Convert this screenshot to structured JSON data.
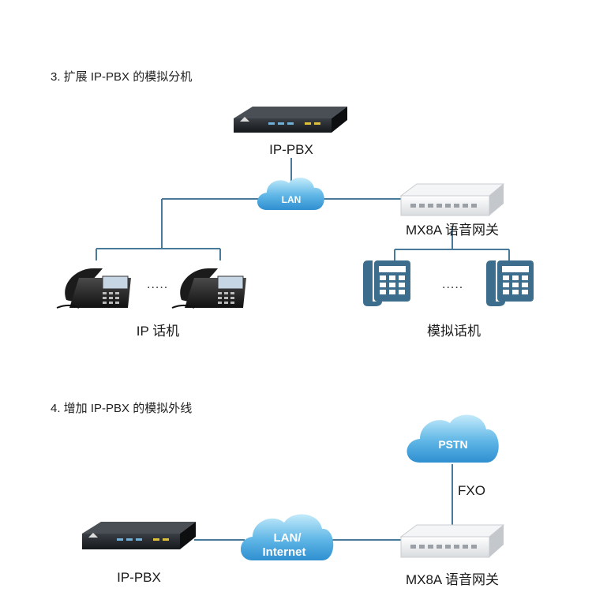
{
  "section3": {
    "title": "3. 扩展 IP-PBX 的模拟分机",
    "pbx_label": "IP-PBX",
    "cloud_label": "LAN",
    "gateway_label": "MX8A 语音网关",
    "ip_phones_label": "IP 话机",
    "analog_phones_label": "模拟话机",
    "ellipsis_left": ".....",
    "ellipsis_right": "....."
  },
  "section4": {
    "title": "4. 增加 IP-PBX 的模拟外线",
    "pstn_label": "PSTN",
    "fxo_label": "FXO",
    "cloud_line1": "LAN/",
    "cloud_line2": "Internet",
    "pbx_label": "IP-PBX",
    "gateway_label": "MX8A 语音网关"
  },
  "colors": {
    "line": "#4a7a9a",
    "cloud_light": "#a8dcf6",
    "cloud_dark": "#2f8fd0",
    "phone_icon": "#3d6d8c"
  }
}
